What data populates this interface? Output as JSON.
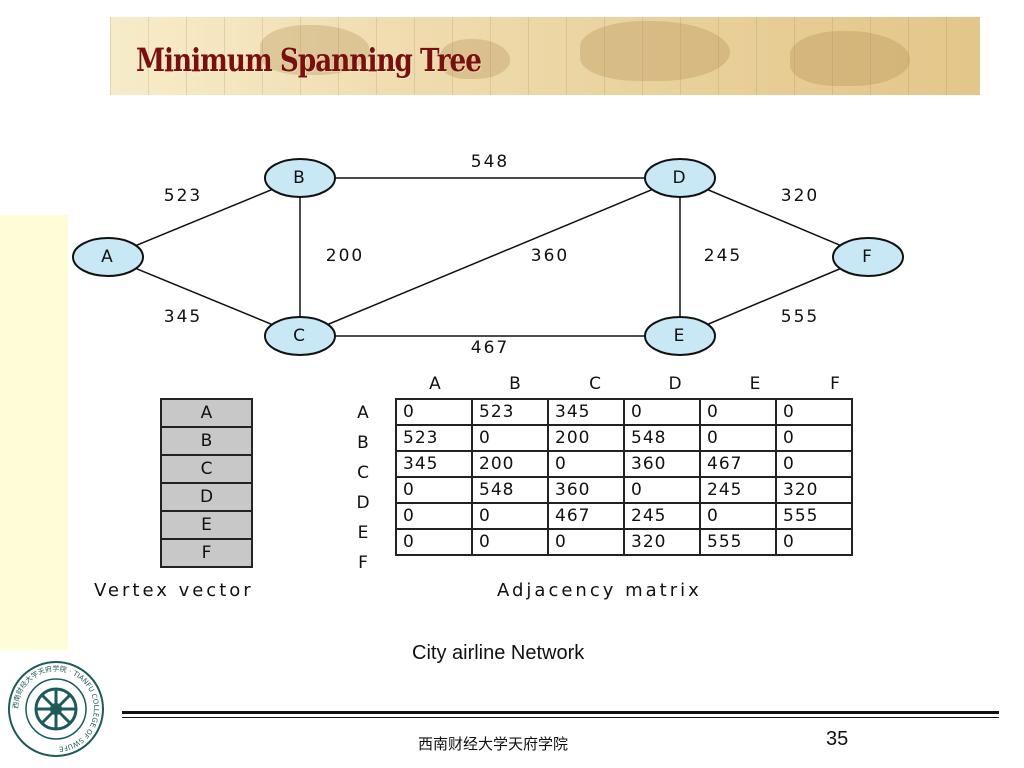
{
  "slide": {
    "title": "Minimum Spanning Tree",
    "caption": "City airline Network",
    "footer_text": "西南财经大学天府学院",
    "page_number": "35"
  },
  "graph": {
    "nodes": [
      "A",
      "B",
      "C",
      "D",
      "E",
      "F"
    ],
    "edges": [
      {
        "from": "A",
        "to": "B",
        "weight": "523"
      },
      {
        "from": "A",
        "to": "C",
        "weight": "345"
      },
      {
        "from": "B",
        "to": "C",
        "weight": "200"
      },
      {
        "from": "B",
        "to": "D",
        "weight": "548"
      },
      {
        "from": "C",
        "to": "D",
        "weight": "360"
      },
      {
        "from": "C",
        "to": "E",
        "weight": "467"
      },
      {
        "from": "D",
        "to": "E",
        "weight": "245"
      },
      {
        "from": "D",
        "to": "F",
        "weight": "320"
      },
      {
        "from": "E",
        "to": "F",
        "weight": "555"
      }
    ]
  },
  "vertex_vector": {
    "caption": "Vertex vector",
    "items": [
      "A",
      "B",
      "C",
      "D",
      "E",
      "F"
    ]
  },
  "adjacency_matrix": {
    "caption": "Adjacency matrix",
    "column_headers": [
      "A",
      "B",
      "C",
      "D",
      "E",
      "F"
    ],
    "row_headers": [
      "A",
      "B",
      "C",
      "D",
      "E",
      "F"
    ],
    "rows": [
      [
        "0",
        "523",
        "345",
        "0",
        "0",
        "0"
      ],
      [
        "523",
        "0",
        "200",
        "548",
        "0",
        "0"
      ],
      [
        "345",
        "200",
        "0",
        "360",
        "467",
        "0"
      ],
      [
        "0",
        "548",
        "360",
        "0",
        "245",
        "320"
      ],
      [
        "0",
        "0",
        "467",
        "245",
        "0",
        "555"
      ],
      [
        "0",
        "0",
        "0",
        "320",
        "555",
        "0"
      ]
    ]
  },
  "logo": {
    "text": "西南财经大学天府学院 · TIANFU COLLEGE OF SWUFE"
  },
  "colors": {
    "title": "#7a0f0f",
    "node_fill": "#c9e8f6",
    "vertex_cell": "#c8c8c8",
    "left_strip": "#fefdd8"
  }
}
